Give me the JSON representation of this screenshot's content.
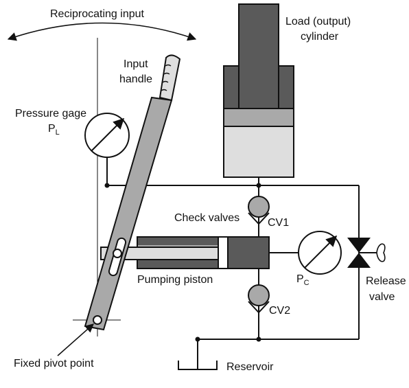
{
  "labels": {
    "reciprocating_input": "Reciprocating input",
    "load_cylinder_line1": "Load (output)",
    "load_cylinder_line2": "cylinder",
    "input_handle_line1": "Input",
    "input_handle_line2": "handle",
    "pressure_gage": "Pressure gage",
    "gage_pl_main": "P",
    "gage_pl_sub": "L",
    "check_valves": "Check valves",
    "cv1": "CV1",
    "cv2": "CV2",
    "gage_pc_main": "P",
    "gage_pc_sub": "C",
    "pumping_piston": "Pumping piston",
    "release_valve_line1": "Release",
    "release_valve_line2": "valve",
    "fixed_pivot_point": "Fixed pivot point",
    "reservoir": "Reservoir"
  },
  "colors": {
    "ink": "#111111",
    "dark_gray": "#5a5a5a",
    "mid_gray": "#a9a9a9",
    "light_gray": "#dedede",
    "white": "#ffffff"
  }
}
